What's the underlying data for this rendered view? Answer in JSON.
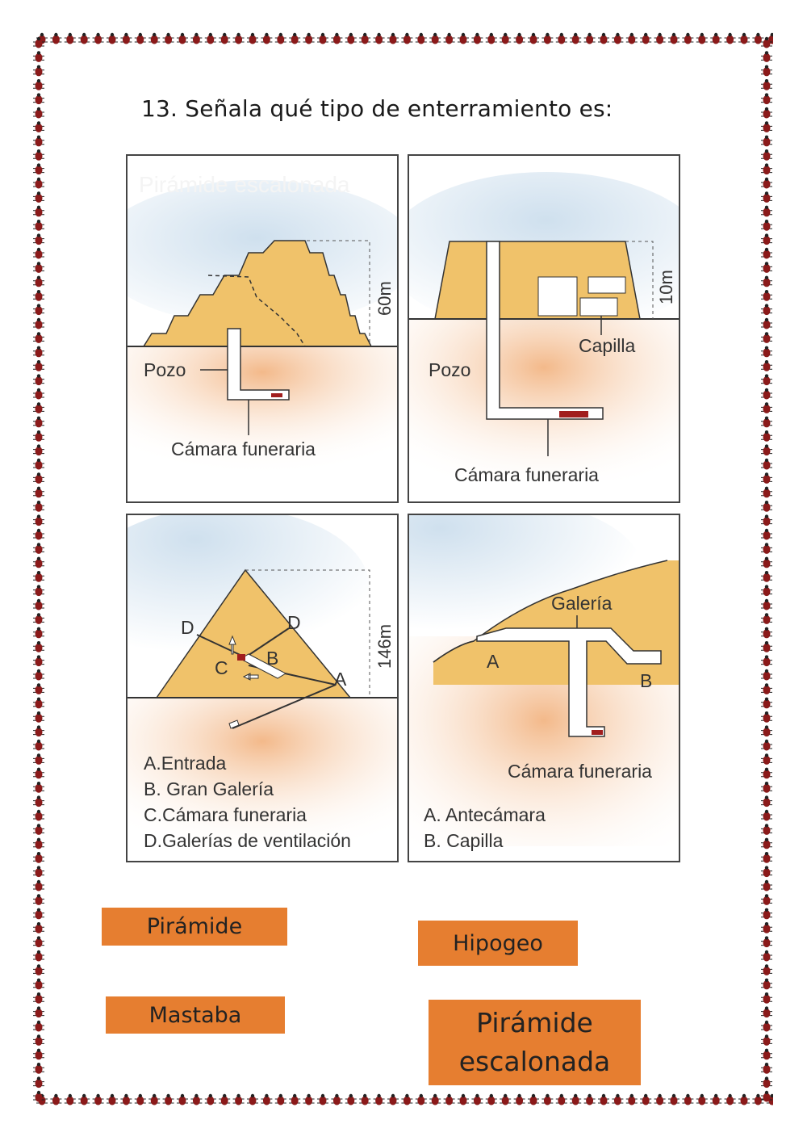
{
  "question": {
    "title": "13.  Señala qué tipo de enterramiento es:"
  },
  "panels": {
    "step_pyramid": {
      "watermark": "Pirámide escalonada",
      "height": "60m",
      "labels": {
        "pozo": "Pozo",
        "camara": "Cámara funeraria"
      }
    },
    "mastaba": {
      "height": "10m",
      "labels": {
        "capilla": "Capilla",
        "pozo": "Pozo",
        "camara": "Cámara funeraria"
      }
    },
    "pyramid": {
      "height": "146m",
      "markers": {
        "d1": "D",
        "d2": "D",
        "b": "B",
        "c": "C",
        "a": "A"
      },
      "legend": [
        "A.Entrada",
        "B. Gran Galería",
        "C.Cámara funeraria",
        "D.Galerías de ventilación"
      ]
    },
    "hypogeum": {
      "labels": {
        "galeria": "Galería",
        "a": "A",
        "b": "B",
        "camara": "Cámara funeraria"
      },
      "legend": [
        "A. Antecámara",
        "B. Capilla"
      ]
    }
  },
  "answers": {
    "piramide": "Pirámide",
    "hipogeo": "Hipogeo",
    "mastaba": "Mastaba",
    "piramide_escalonada_1": "Pirámide",
    "piramide_escalonada_2": "escalonada"
  },
  "colors": {
    "sand": "#f2c46d",
    "ground": "#f6c49a",
    "sky": "#c9dcec",
    "border_bug": "#8b1a1a",
    "answer_bg": "#e67e30"
  }
}
